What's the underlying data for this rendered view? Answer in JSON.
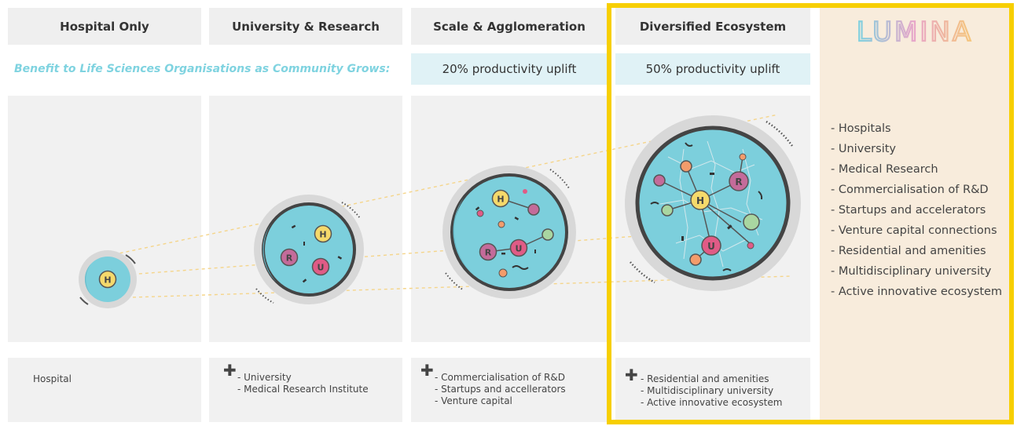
{
  "columns": [
    {
      "title": "Hospital Only"
    },
    {
      "title": "University & Research"
    },
    {
      "title": "Scale & Agglomeration"
    },
    {
      "title": "Diversified Ecosystem"
    }
  ],
  "benefit_label": "Benefit to Life Sciences Organisations as Community Grows:",
  "uplifts": [
    "20% productivity uplift",
    "50% productivity uplift"
  ],
  "brand": "LUMINA",
  "node_labels": {
    "h": "H",
    "r": "R",
    "u": "U"
  },
  "footers": {
    "col1": {
      "lines": [
        "Hospital"
      ]
    },
    "col2": {
      "plus": "✚",
      "lines": [
        "- University",
        "- Medical Research Institute"
      ]
    },
    "col3": {
      "plus": "✚",
      "lines": [
        "- Commercialisation of R&D",
        "- Startups and accellerators",
        "- Venture capital"
      ]
    },
    "col4": {
      "plus": "✚",
      "lines": [
        "- Residential and amenities",
        "- Multidisciplinary university",
        "- Active innovative ecosystem"
      ]
    }
  },
  "lumina_list": [
    "- Hospitals",
    "- University",
    "- Medical Research",
    "- Commercialisation of R&D",
    "- Startups and accelerators",
    "- Venture capital connections",
    "- Residential and amenities",
    "- Multidisciplinary university",
    "- Active innovative ecosystem"
  ],
  "colors": {
    "accent_yellow": "#f7cf00",
    "teal": "#7ccfdc",
    "ring_gray": "#d8d8d8",
    "node_h": "#f5d96b",
    "node_r": "#c46b9a",
    "node_u": "#e05b86",
    "node_orange": "#f39c6b",
    "node_green": "#a9d6a1"
  }
}
